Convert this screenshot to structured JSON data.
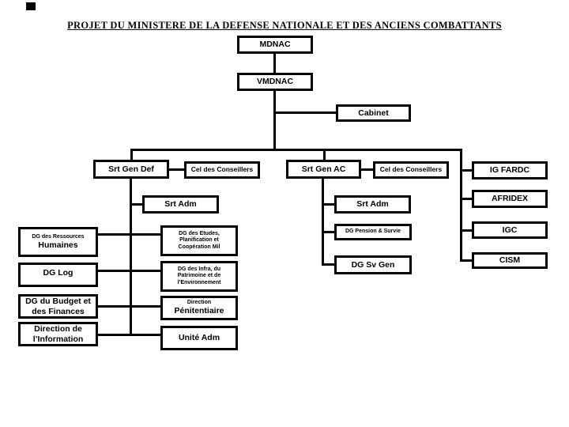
{
  "slide": {
    "title": "PROJET DU MINISTERE DE LA DEFENSE NATIONALE ET DES ANCIENS COMBATTANTS"
  },
  "colors": {
    "line": "#000000",
    "background": "#ffffff",
    "text": "#000000"
  },
  "nodes": {
    "mdnac": {
      "label": "MDNAC"
    },
    "vmdnac": {
      "label": "VMDNAC"
    },
    "cabinet": {
      "label": "Cabinet"
    },
    "srt_gen_def": {
      "label": "Srt Gen Def"
    },
    "cel_conseillers_def": {
      "label": "Cel des Conseillers"
    },
    "srt_gen_ac": {
      "label": "Srt Gen AC"
    },
    "cel_conseillers_ac": {
      "label": "Cel des Conseillers"
    },
    "ig_fardc": {
      "label": "IG FARDC"
    },
    "srt_adm_def": {
      "label": "Srt Adm"
    },
    "srt_adm_ac": {
      "label": "Srt Adm"
    },
    "afridex": {
      "label": "AFRIDEX"
    },
    "dg_ressources": {
      "line1": "DG des Ressources",
      "line2": "Humaines"
    },
    "dg_etudes": {
      "line1": "DG des Etudes,",
      "line2": "Planification et",
      "line3": "Coopération Mil"
    },
    "dg_pension": {
      "label": "DG Pension & Survie"
    },
    "igc": {
      "label": "IGC"
    },
    "dg_log": {
      "label": "DG Log"
    },
    "dg_infra": {
      "line1": "DG des Infra, du",
      "line2": "Patrimoine et de",
      "line3": "l’Environnement"
    },
    "dg_svgen": {
      "label": "DG Sv Gen"
    },
    "cism": {
      "label": "CISM"
    },
    "dg_budget": {
      "line1": "DG du Budget et",
      "line2": "des Finances"
    },
    "dir_penitentiaire": {
      "line1": "Direction",
      "line2": "Pénitentiaire"
    },
    "dir_information": {
      "line1": "Direction de",
      "line2": "l’Information"
    },
    "unite_adm": {
      "label": "Unité Adm"
    }
  }
}
